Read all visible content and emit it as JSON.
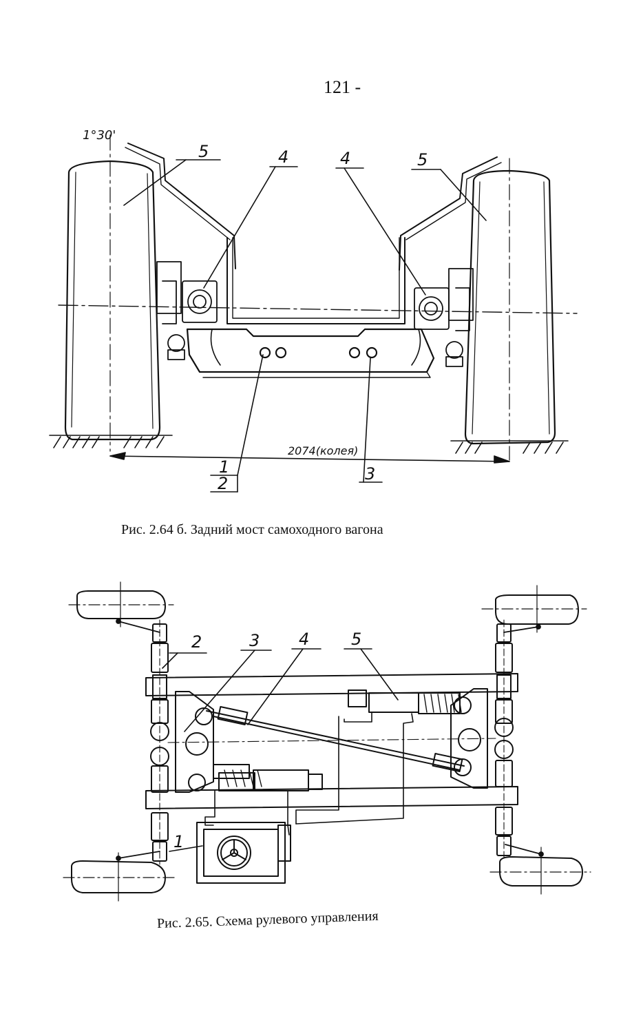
{
  "page": {
    "number": "121 -"
  },
  "figure1": {
    "caption": "Рис. 2.64 б.  Задний мост самоходного вагона",
    "angle_label": "1°30'",
    "track_label": "2074(колея)",
    "callouts": [
      "5",
      "4",
      "4",
      "5",
      "1",
      "2",
      "3"
    ]
  },
  "figure2": {
    "caption": "Рис.  2.65.  Схема рулевого управления",
    "callouts": [
      "2",
      "3",
      "4",
      "5",
      "1"
    ]
  }
}
